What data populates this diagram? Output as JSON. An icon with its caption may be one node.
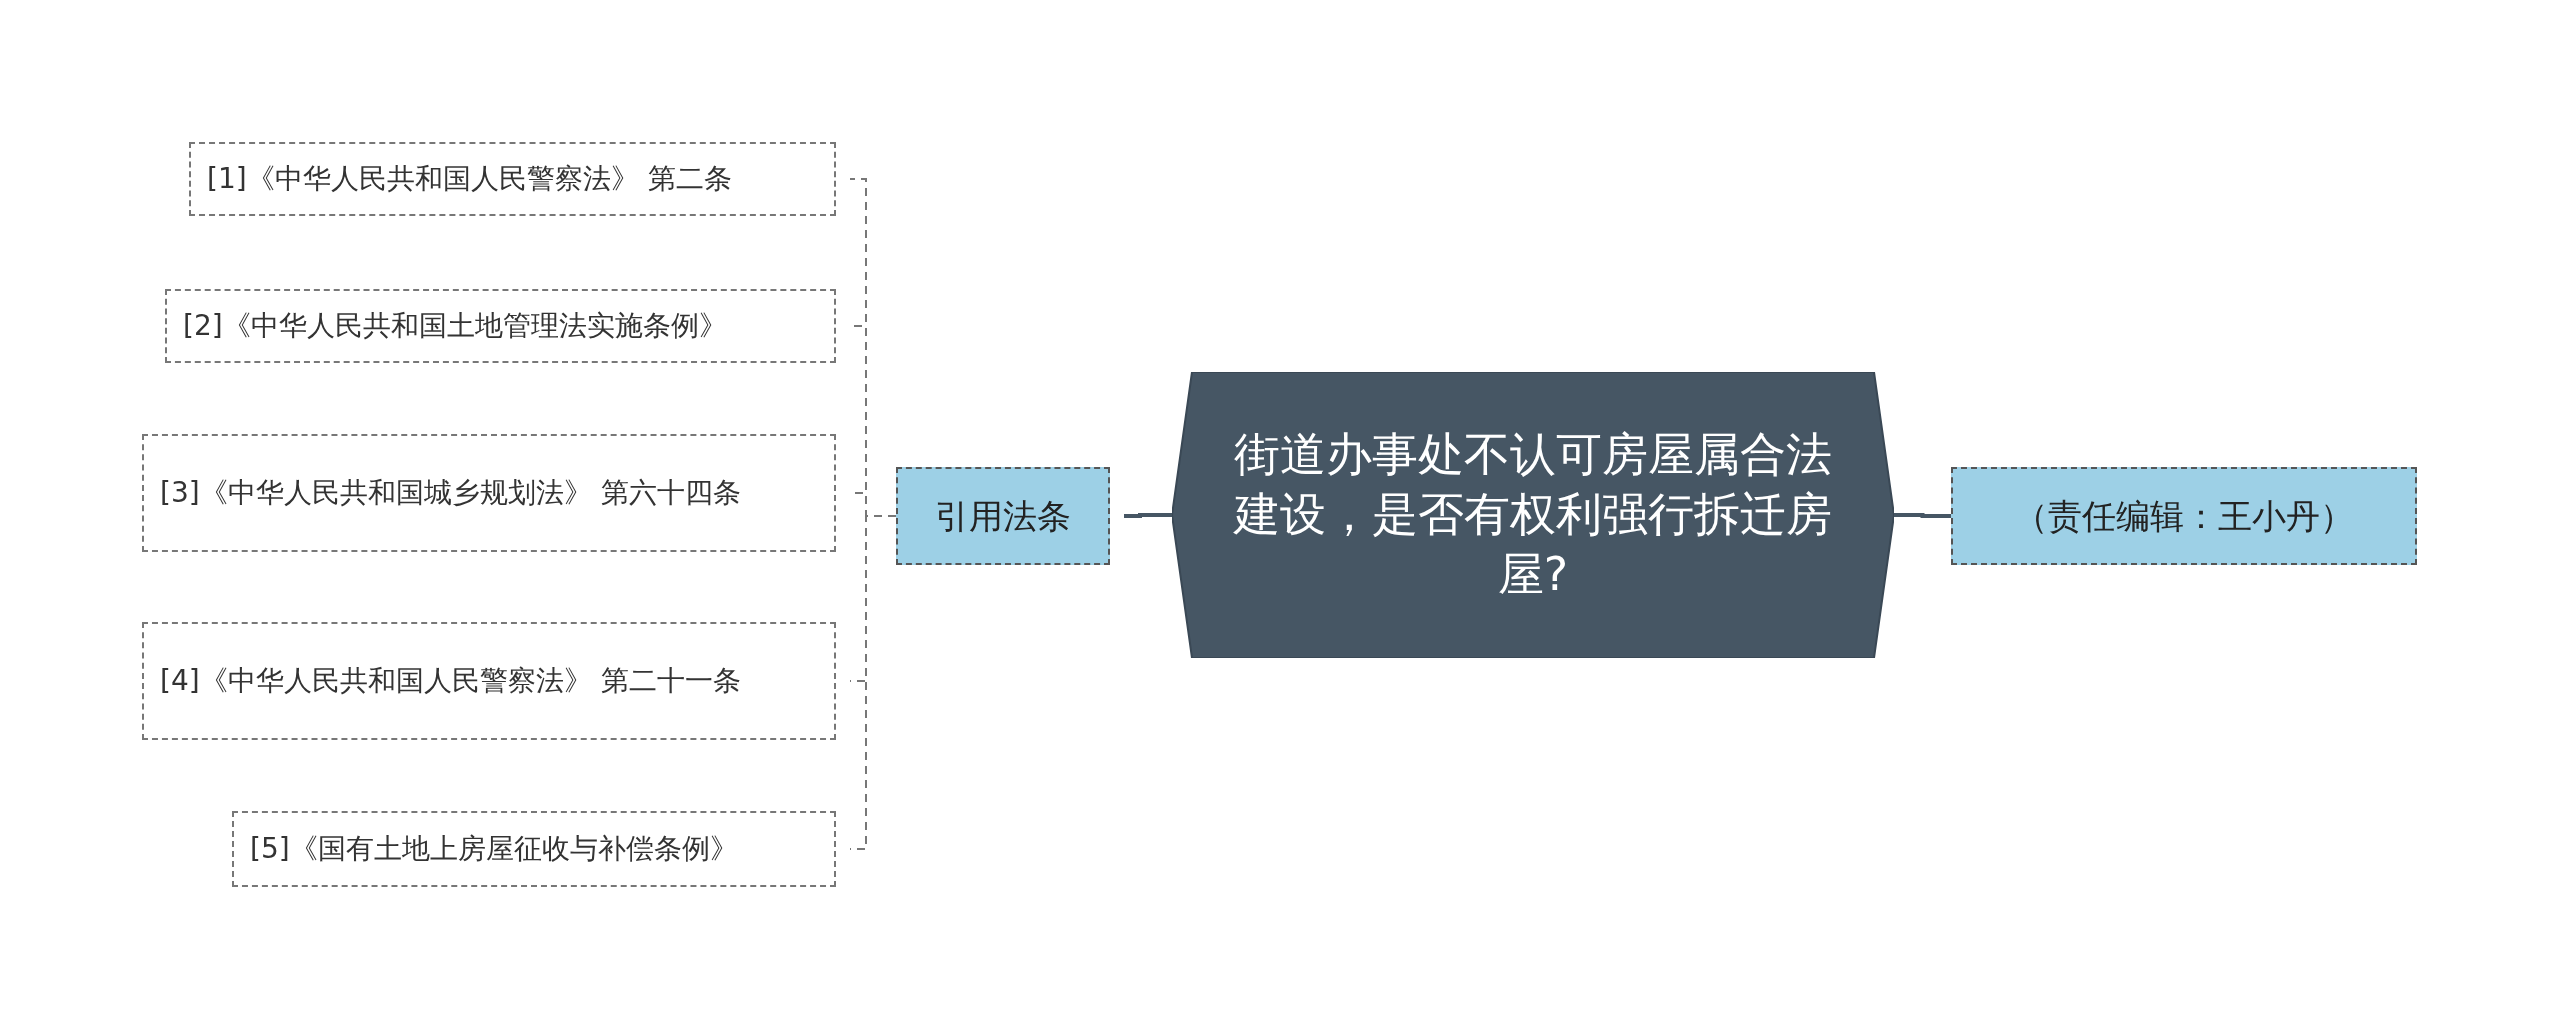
{
  "diagram": {
    "nodes": [
      {
        "text": [
          "街道办事处不认可房屋属合法建设，是否有权利强行拆迁房屋?"
        ]
      },
      {
        "text": [
          "引用法条"
        ]
      },
      {
        "text": [
          "[1]《中华人民共和国人民警察法》 第二条"
        ]
      },
      {
        "text": [
          "[2]《中华人民共和国土地管理法实施条例》"
        ]
      },
      {
        "text": [
          "[3]《中华人民共和国城乡规划法》 第六十四条"
        ]
      },
      {
        "text": [
          "[4]《中华人民共和国人民警察法》 第二十一条"
        ]
      },
      {
        "text": [
          "[5]《国有土地上房屋征收与补偿条例》"
        ]
      },
      {
        "text": [
          "（责任编辑：王小丹）"
        ]
      }
    ],
    "edges": [
      {
        "from": 0,
        "to": 1,
        "arrow": "none"
      },
      {
        "from": 0,
        "to": 7,
        "arrow": "none"
      },
      {
        "from": 1,
        "to": 2,
        "arrow": "none",
        "style": "dashed",
        "color": "#777777"
      },
      {
        "from": 1,
        "to": 3,
        "arrow": "none",
        "style": "dashed",
        "color": "#777777"
      },
      {
        "from": 1,
        "to": 4,
        "arrow": "none",
        "style": "dashed",
        "color": "#777777"
      },
      {
        "from": 1,
        "to": 5,
        "arrow": "none",
        "style": "dashed",
        "color": "#777777"
      },
      {
        "from": 1,
        "to": 6,
        "arrow": "none",
        "style": "dashed",
        "color": "#777777"
      }
    ]
  }
}
